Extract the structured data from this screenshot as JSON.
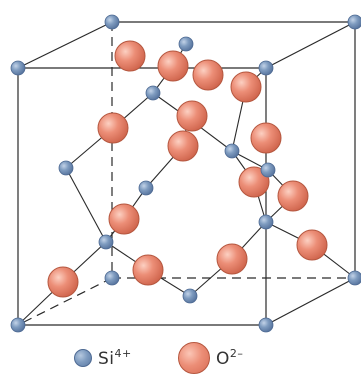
{
  "legend": {
    "si": {
      "symbol": "Si",
      "charge": "4+"
    },
    "o": {
      "symbol": "O",
      "charge": "2–"
    }
  },
  "colors": {
    "si_fill": "#7f9cc0",
    "o_fill": "#ec8e77",
    "edge": "#2a2a2a"
  }
}
